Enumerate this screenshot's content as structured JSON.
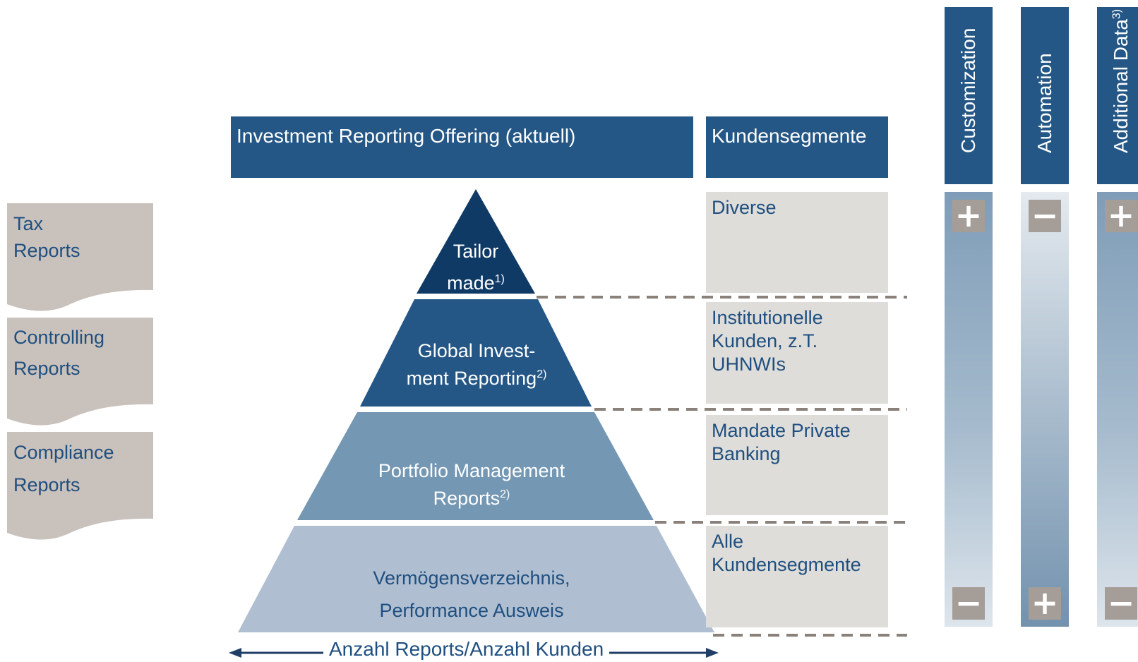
{
  "left_reports": [
    {
      "label": "Tax\nReports"
    },
    {
      "label": "Controlling\nReports"
    },
    {
      "label": "Compliance\nReports"
    }
  ],
  "header": {
    "offering_title": "Investment Reporting Offering (aktuell)",
    "segments_title": "Kundensegmente"
  },
  "pyramid": [
    {
      "label": "Tailor\nmade",
      "footnote": "1)",
      "color": "#0f3a66"
    },
    {
      "label": "Global Invest-\nment Reporting",
      "footnote": "2)",
      "color": "#245786"
    },
    {
      "label": "Portfolio Management\nReports",
      "footnote": "2)",
      "color": "#7497b3"
    },
    {
      "label": "Vermögensverzeichnis,\nPerformance Ausweis",
      "footnote": "",
      "color": "#afbfd1"
    }
  ],
  "segments": [
    {
      "label": "Diverse"
    },
    {
      "label": "Institutionelle\nKunden, z.T.\nUHNWIs"
    },
    {
      "label": "Mandate Private\nBanking"
    },
    {
      "label": "Alle\nKundensegmente"
    }
  ],
  "columns": [
    {
      "title": "Customization",
      "footnote": "",
      "top_sign": "+",
      "bottom_sign": "−",
      "gradient": "darktop"
    },
    {
      "title": "Automation",
      "footnote": "",
      "top_sign": "−",
      "bottom_sign": "+",
      "gradient": "lighttop"
    },
    {
      "title": "Additional Data",
      "footnote": "3)",
      "top_sign": "+",
      "bottom_sign": "−",
      "gradient": "darktop"
    }
  ],
  "axis": {
    "label": "Anzahl Reports/Anzahl Kunden"
  },
  "colors": {
    "header_blue": "#245786",
    "text_blue": "#1f4f80",
    "doc_gray": "#c9c1bb",
    "segment_gray": "#deddd9",
    "dash_gray": "#8a817b",
    "sign_gray": "#a59d97"
  }
}
